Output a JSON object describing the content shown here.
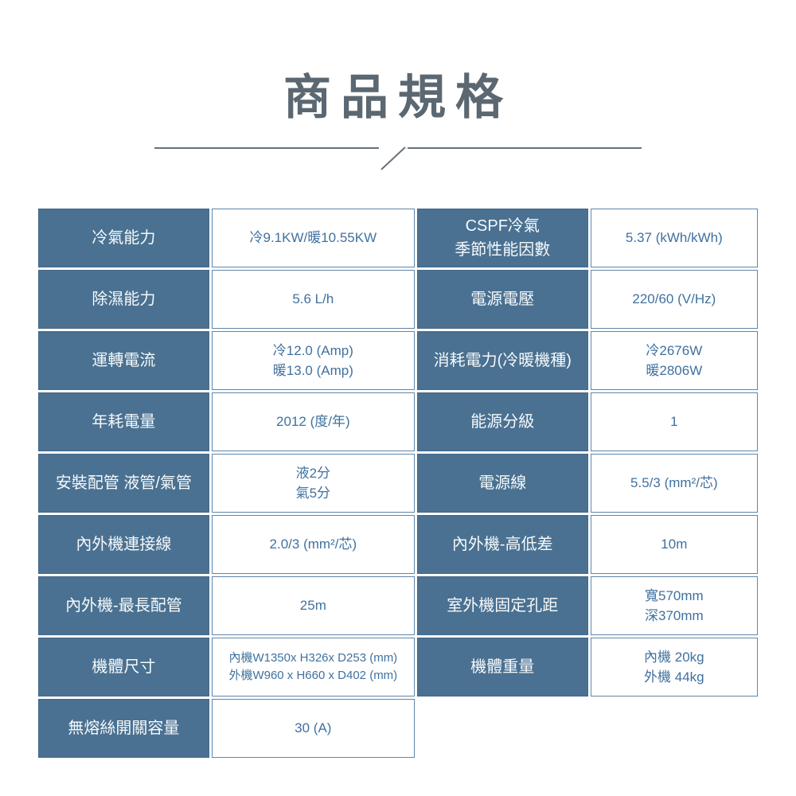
{
  "title": "商品規格",
  "colors": {
    "title_text": "#5b6771",
    "divider_line": "#66737e",
    "label_cell_bg": "#4a7191",
    "label_cell_text": "#f6f9fb",
    "value_cell_text": "#40719f",
    "value_cell_border": "#5f86a8"
  },
  "table": {
    "rows": [
      {
        "c0": "冷氣能力",
        "c1": "冷9.1KW/暖10.55KW",
        "c2": "CSPF冷氣\n季節性能因數",
        "c3": "5.37 (kWh/kWh)"
      },
      {
        "c0": "除濕能力",
        "c1": "5.6 L/h",
        "c2": "電源電壓",
        "c3": "220/60 (V/Hz)"
      },
      {
        "c0": "運轉電流",
        "c1": "冷12.0 (Amp)\n暖13.0 (Amp)",
        "c2": "消耗電力(冷暖機種)",
        "c3": "冷2676W\n暖2806W"
      },
      {
        "c0": "年耗電量",
        "c1": "2012 (度/年)",
        "c2": "能源分級",
        "c3": "1"
      },
      {
        "c0": "安裝配管 液管/氣管",
        "c1": "液2分\n氣5分",
        "c2": "電源線",
        "c3": "5.5/3 (mm²/芯)"
      },
      {
        "c0": "內外機連接線",
        "c1": "2.0/3 (mm²/芯)",
        "c2": "內外機-高低差",
        "c3": "10m"
      },
      {
        "c0": "內外機-最長配管",
        "c1": "25m",
        "c2": "室外機固定孔距",
        "c3": "寬570mm\n深370mm"
      },
      {
        "c0": "機體尺寸",
        "c1": "內機W1350x H326x D253 (mm)\n外機W960 x H660 x D402 (mm)",
        "c2": "機體重量",
        "c3": "內機 20kg\n外機 44kg"
      },
      {
        "c0": "無熔絲開關容量",
        "c1": "30 (A)"
      }
    ]
  }
}
